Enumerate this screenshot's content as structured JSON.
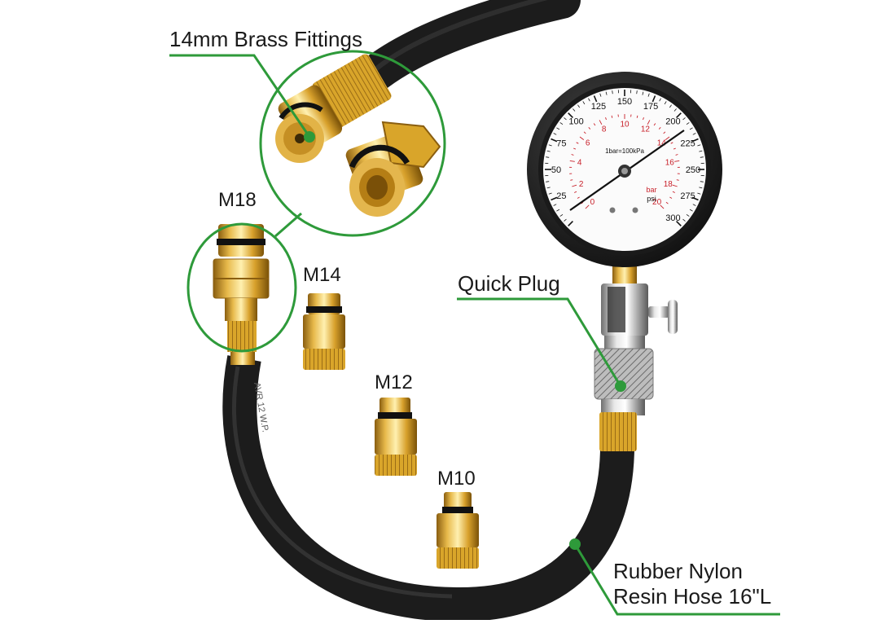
{
  "labels": {
    "brass_fittings": "14mm Brass Fittings",
    "m18": "M18",
    "m14": "M14",
    "m12": "M12",
    "m10": "M10",
    "quick_plug": "Quick Plug",
    "hose_line1": "Rubber Nylon",
    "hose_line2": "Resin Hose 16\"L"
  },
  "gauge": {
    "psi_ticks": [
      "25",
      "50",
      "75",
      "100",
      "125",
      "150",
      "175",
      "200",
      "225",
      "250",
      "275",
      "300"
    ],
    "bar_ticks": [
      "0",
      "2",
      "4",
      "6",
      "8",
      "10",
      "12",
      "14",
      "16",
      "18",
      "20"
    ],
    "inner_note": "1bar=100kPa",
    "unit_bar": "bar",
    "unit_psi": "psi"
  },
  "hose_print": "AVR 12 W.P.",
  "colors": {
    "annotation_green": "#2e9a3a",
    "brass": "#d9a52a",
    "hose_black": "#1c1c1c",
    "gauge_red": "#c8202a"
  }
}
